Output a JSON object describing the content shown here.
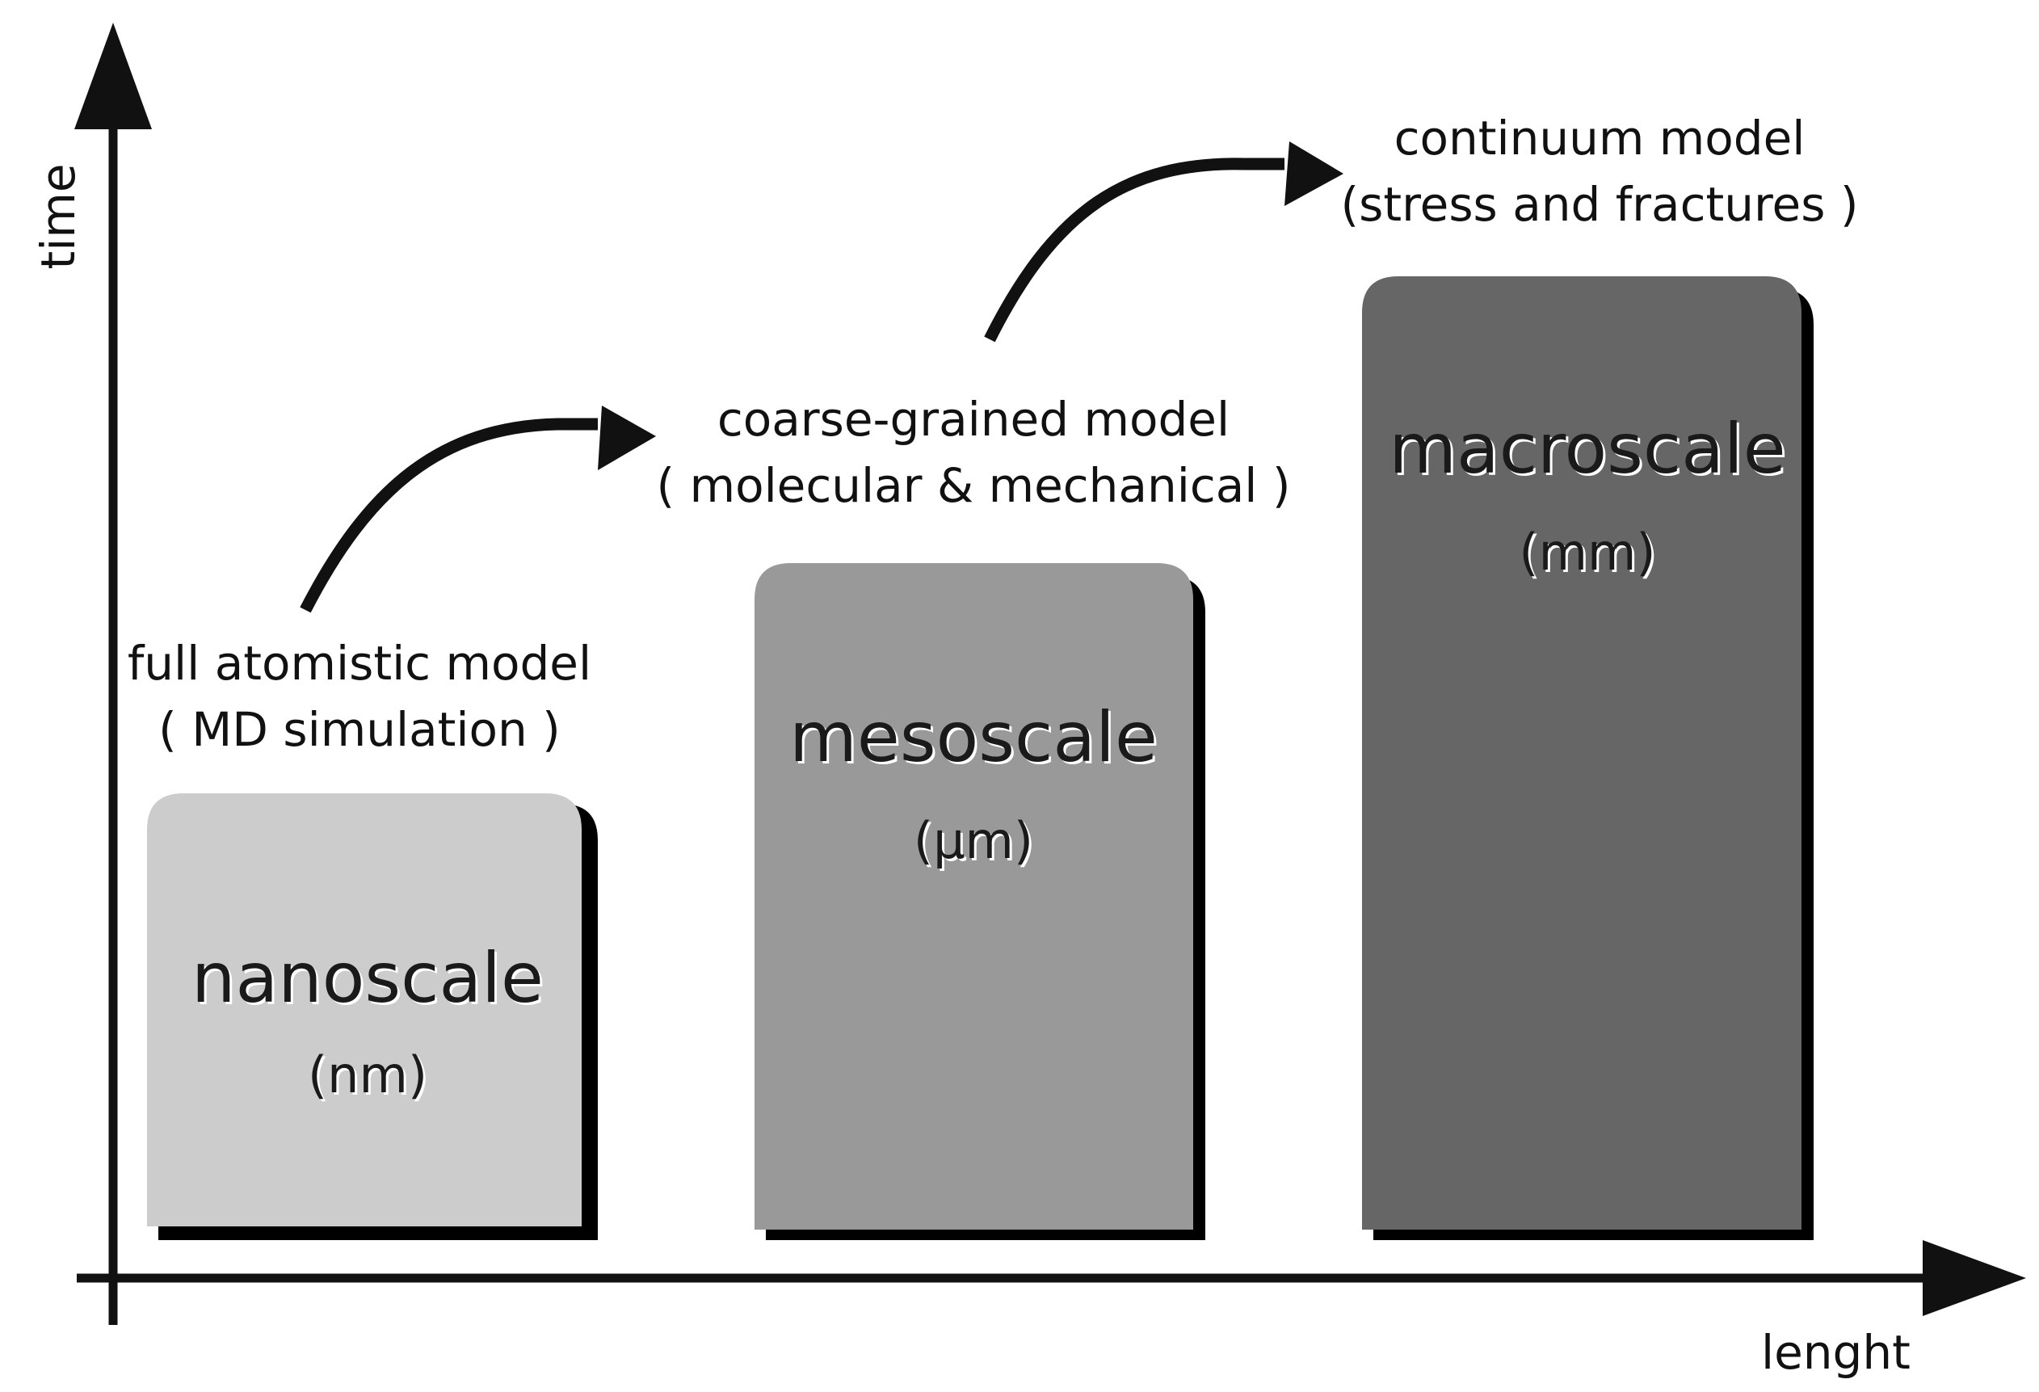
{
  "axes": {
    "y_label": "time",
    "x_label": "lenght"
  },
  "scales": [
    {
      "name": "nanoscale",
      "unit": "(nm)",
      "fill": "#cccccc",
      "model": {
        "line1": "full atomistic model",
        "line2": "( MD simulation )"
      }
    },
    {
      "name": "mesoscale",
      "unit": "(μm)",
      "fill": "#999999",
      "model": {
        "line1": "coarse-grained model",
        "line2": "( molecular & mechanical )"
      }
    },
    {
      "name": "macroscale",
      "unit": "(mm)",
      "fill": "#666666",
      "model": {
        "line1": "continuum model",
        "line2": "(stress and fractures )"
      }
    }
  ],
  "colors": {
    "axis": "#111111",
    "shadow": "#000000",
    "background": "#ffffff"
  }
}
